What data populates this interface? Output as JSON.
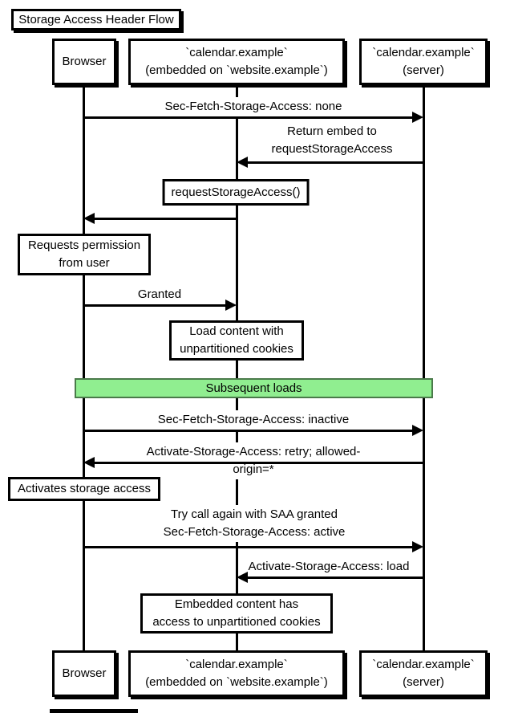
{
  "diagram_title": "Storage Access Header Flow",
  "diagram_type": "sequence-diagram",
  "actors": [
    {
      "id": "browser",
      "label": "Browser"
    },
    {
      "id": "embedded",
      "label": "`calendar.example`\n(embedded on `website.example`)"
    },
    {
      "id": "server",
      "label": "`calendar.example`\n(server)"
    }
  ],
  "messages": [
    {
      "label": "Sec-Fetch-Storage-Access: none",
      "from": "browser",
      "to": "server",
      "direction": "right",
      "boxed": false
    },
    {
      "label": "Return embed to\nrequestStorageAccess",
      "from": "server",
      "to": "embedded",
      "direction": "left",
      "boxed": false
    },
    {
      "label": "requestStorageAccess()",
      "from": "embedded",
      "to": "browser",
      "direction": "left",
      "boxed": true
    },
    {
      "label": "Granted",
      "from": "browser",
      "to": "embedded",
      "direction": "right",
      "boxed": false
    },
    {
      "label": "Sec-Fetch-Storage-Access: inactive",
      "from": "browser",
      "to": "server",
      "direction": "right",
      "boxed": false
    },
    {
      "label": "Activate-Storage-Access: retry; allowed-origin=*",
      "from": "server",
      "to": "browser",
      "direction": "left",
      "boxed": false
    },
    {
      "label": "Try call again with SAA granted\nSec-Fetch-Storage-Access: active",
      "from": "browser",
      "to": "server",
      "direction": "right",
      "boxed": false
    },
    {
      "label": "Activate-Storage-Access: load",
      "from": "server",
      "to": "embedded",
      "direction": "left",
      "boxed": false
    }
  ],
  "notes": [
    {
      "label": "Requests permission\nfrom user",
      "anchor": "browser"
    },
    {
      "label": "Load content with\nunpartitioned cookies",
      "anchor": "embedded"
    },
    {
      "label": "Activates storage access",
      "anchor": "browser"
    },
    {
      "label": "Embedded content has\naccess to unpartitioned cookies",
      "anchor": "embedded"
    }
  ],
  "section_label": "Subsequent loads",
  "colors": {
    "line": "#000000",
    "box_fill": "#ffffff",
    "text": "#000000",
    "highlight_fill": "#90ee90",
    "highlight_border": "#4a7a4a"
  }
}
